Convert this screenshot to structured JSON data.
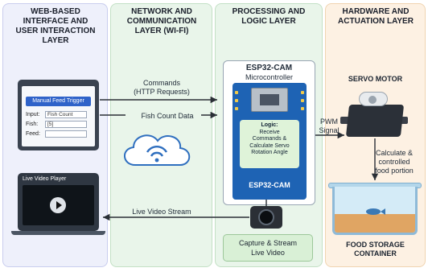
{
  "layers": {
    "web": "WEB-BASED INTERFACE AND USER INTERACTION LAYER",
    "network": "NETWORK AND COMMUNICATION LAYER (WI-FI)",
    "processing": "PROCESSING AND LOGIC LAYER",
    "hardware": "HARDWARE AND ACTUATION LAYER"
  },
  "web_form": {
    "button": "Manual Feed Trigger",
    "input_label": "Input:",
    "input_value": "Fish Count",
    "fish_label": "Fish:",
    "fish_value": "[5]",
    "feed_label": "Feed:"
  },
  "video_player": {
    "title": "Live Video Player"
  },
  "network": {
    "commands": "Commands",
    "http": "(HTTP Requests)",
    "fish_count": "Fish Count Data",
    "live_stream": "Live Video Stream"
  },
  "mcu": {
    "title": "ESP32-CAM",
    "subtitle": "Microcontroller",
    "logic_title": "Logic:",
    "logic_lines": [
      "Receive",
      "Commands &",
      "Calculate Servo",
      "Rotation Angle"
    ],
    "board_label": "ESP32-CAM"
  },
  "pwm": {
    "line1": "PWM",
    "line2": "Signal"
  },
  "capture": {
    "line1": "Capture & Stream",
    "line2": "Live Video"
  },
  "servo": {
    "title": "SERVO MOTOR"
  },
  "calc": {
    "line1": "Calculate &",
    "line2": "controlled",
    "line3": "food portion"
  },
  "container": {
    "line1": "FOOD STORAGE",
    "line2": "CONTAINER"
  },
  "colors": {
    "arrow": "#2a2f36",
    "wifi": "#2f6fbf",
    "board": "#1e63b4"
  }
}
